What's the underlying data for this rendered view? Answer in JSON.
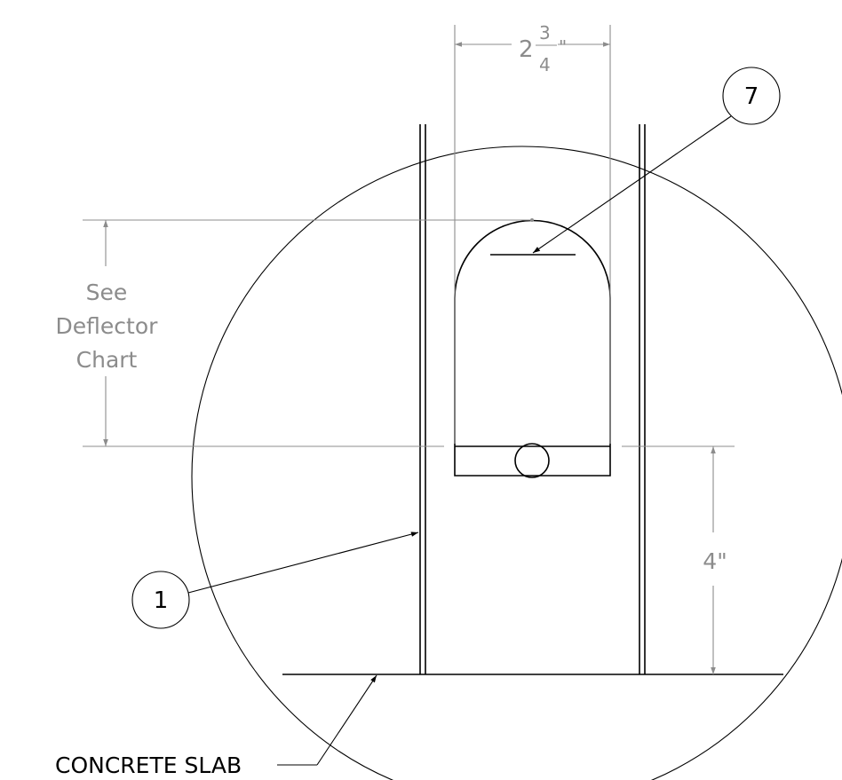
{
  "dimensions": {
    "width_whole": "2",
    "width_num": "3",
    "width_den": "4",
    "width_unit": "\"",
    "height_text": "4\"",
    "deflector": [
      "See",
      "Deflector",
      "Chart"
    ]
  },
  "balloons": {
    "part_1": "1",
    "part_7": "7"
  },
  "labels": {
    "concrete_slab": "CONCRETE SLAB"
  },
  "colors": {
    "line": "#000000",
    "dimension": "#8c8c8c",
    "background": "#ffffff"
  }
}
